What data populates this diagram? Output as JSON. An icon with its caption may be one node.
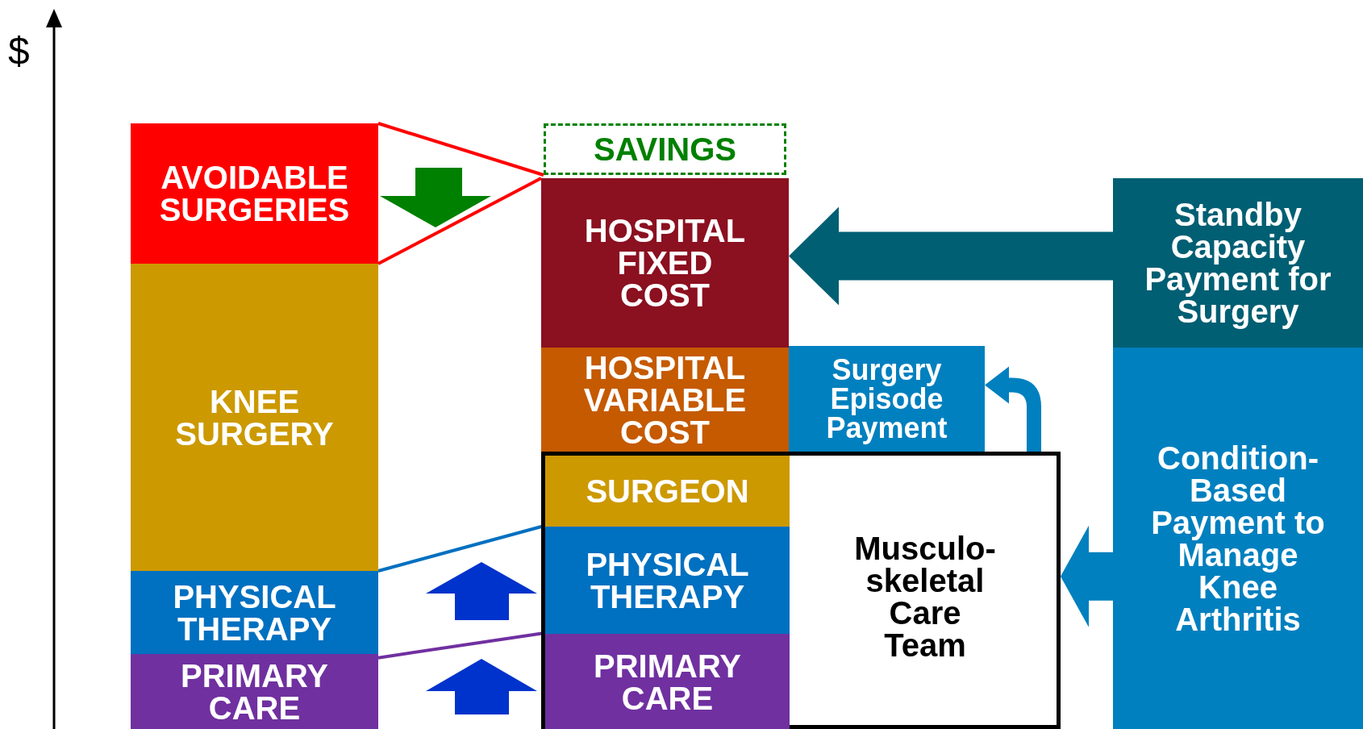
{
  "diagram": {
    "nodes": [
      {
        "text": [
          "AVOIDABLE SURGERIES"
        ]
      },
      {
        "text": [
          "KNEE SURGERY"
        ]
      },
      {
        "text": [
          "PHYSICAL THERAPY"
        ]
      },
      {
        "text": [
          "PRIMARY CARE"
        ]
      },
      {
        "text": [
          "SAVINGS"
        ]
      },
      {
        "text": [
          "HOSPITAL FIXED COST"
        ]
      },
      {
        "text": [
          "HOSPITAL VARIABLE COST"
        ]
      },
      {
        "text": [
          "Musculo-skeletal Care Team"
        ]
      },
      {
        "text": [
          "SURGEON"
        ],
        "in": 7
      },
      {
        "text": [
          "PHYSICAL THERAPY"
        ],
        "in": 7
      },
      {
        "text": [
          "PRIMARY CARE"
        ],
        "in": 7
      },
      {
        "text": [
          "Surgery Episode Payment"
        ]
      },
      {
        "text": [
          "Standby Capacity Payment for Surgery"
        ]
      },
      {
        "text": [
          "Condition-Based Payment to Manage Knee Arthritis"
        ]
      }
    ],
    "edges": [
      {
        "from": 0,
        "to": 4,
        "arrow": "none",
        "color": "#ff0000"
      },
      {
        "from": 0,
        "to": 5,
        "arrow": "none",
        "color": "#ff0000"
      },
      {
        "from": 2,
        "to": 9,
        "arrow": "none",
        "color": "#0070c0"
      },
      {
        "from": 3,
        "to": 10,
        "arrow": "none",
        "color": "#7030a0"
      },
      {
        "from": 12,
        "to": 5,
        "arrow": "to",
        "style": "thick",
        "color": "#005f73"
      },
      {
        "from": 7,
        "to": 11,
        "arrow": "to",
        "style": "thick",
        "color": "#0080bf"
      },
      {
        "from": 13,
        "to": 7,
        "arrow": "to",
        "style": "thick",
        "color": "#0080bf"
      }
    ],
    "labels": [
      "$"
    ]
  }
}
